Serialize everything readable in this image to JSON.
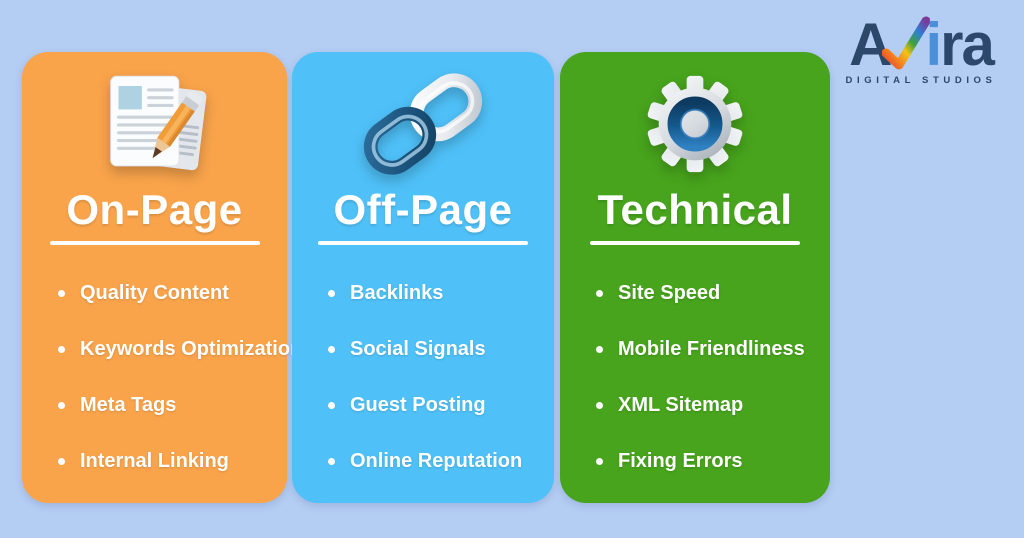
{
  "page": {
    "background": "#b4cdf3"
  },
  "logo": {
    "brand": "Avira",
    "a": "A",
    "i": "i",
    "ra": "ra",
    "subtitle": "DIGITAL STUDIOS",
    "navy": "#2b486b",
    "i_blue": "#4a90d9",
    "check_colors": [
      "#e8412c",
      "#f5881f",
      "#f2c318",
      "#3fa03c",
      "#2d7fd4",
      "#7a3b99"
    ]
  },
  "cards": [
    {
      "title": "On-Page",
      "color": "#f9a44b",
      "icon": "document-pencil-icon",
      "items": [
        "Quality Content",
        "Keywords Optimization",
        "Meta Tags",
        "Internal Linking"
      ]
    },
    {
      "title": "Off-Page",
      "color": "#4fc1f8",
      "icon": "chain-link-icon",
      "items": [
        "Backlinks",
        "Social Signals",
        "Guest Posting",
        "Online Reputation"
      ]
    },
    {
      "title": "Technical",
      "color": "#47a41c",
      "icon": "gear-icon",
      "items": [
        "Site Speed",
        "Mobile Friendliness",
        "XML Sitemap",
        "Fixing Errors"
      ]
    }
  ]
}
